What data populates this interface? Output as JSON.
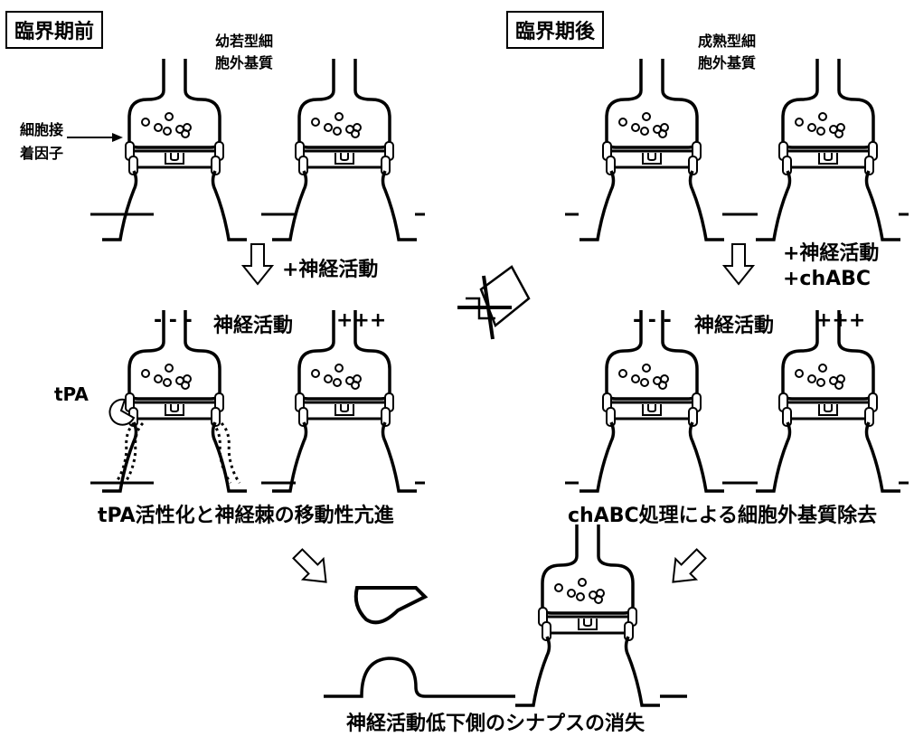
{
  "panels": {
    "before": {
      "title": "臨界期前",
      "ecm_label_1": "幼若型細",
      "ecm_label_2": "胞外基質",
      "adhesion_label_1": "細胞接",
      "adhesion_label_2": "着因子",
      "step_label": "+神経活動",
      "activity_low": "- - -",
      "activity_word": "神経活動",
      "activity_high": "+++",
      "tpa_label": "tPA",
      "result_caption": "tPA活性化と神経棘の移動性亢進"
    },
    "after": {
      "title": "臨界期後",
      "ecm_label_1": "成熟型細",
      "ecm_label_2": "胞外基質",
      "step_label_1": "+神経活動",
      "step_label_2": "+chABC",
      "activity_low": "- - -",
      "activity_word": "神経活動",
      "activity_high": "+++",
      "result_caption": "chABC処理による細胞外基質除去"
    },
    "bottom_caption": "神経活動低下側のシナプスの消失"
  }
}
